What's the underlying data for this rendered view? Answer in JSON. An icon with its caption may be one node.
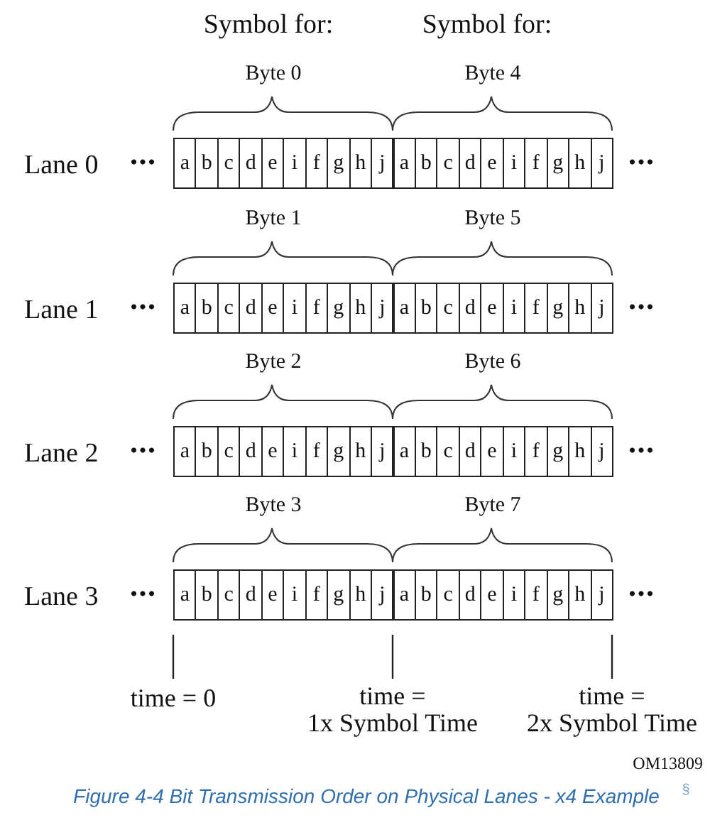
{
  "diagram": {
    "caption": "Figure 4-4 Bit Transmission Order on Physical Lanes - x4 Example",
    "labels": [
      "Symbol for:",
      "Symbol for:",
      "Byte 0",
      "Byte 4",
      "Lane 0",
      "•••",
      "a",
      "b",
      "c",
      "d",
      "e",
      "i",
      "f",
      "g",
      "h",
      "j",
      "a",
      "b",
      "c",
      "d",
      "e",
      "i",
      "f",
      "g",
      "h",
      "j",
      "•••",
      "Byte 1",
      "Byte 5",
      "Lane 1",
      "•••",
      "a",
      "b",
      "c",
      "d",
      "e",
      "i",
      "f",
      "g",
      "h",
      "j",
      "a",
      "b",
      "c",
      "d",
      "e",
      "i",
      "f",
      "g",
      "h",
      "j",
      "•••",
      "Byte 2",
      "Byte 6",
      "Lane 2",
      "•••",
      "a",
      "b",
      "c",
      "d",
      "e",
      "i",
      "f",
      "g",
      "h",
      "j",
      "a",
      "b",
      "c",
      "d",
      "e",
      "i",
      "f",
      "g",
      "h",
      "j",
      "•••",
      "Byte 3",
      "Byte 7",
      "Lane 3",
      "•••",
      "a",
      "b",
      "c",
      "d",
      "e",
      "i",
      "f",
      "g",
      "h",
      "j",
      "a",
      "b",
      "c",
      "d",
      "e",
      "i",
      "f",
      "g",
      "h",
      "j",
      "•••",
      "time = 0",
      "time = 1x Symbol Time",
      "time = 2x Symbol Time",
      "OM13809",
      "§"
    ]
  }
}
